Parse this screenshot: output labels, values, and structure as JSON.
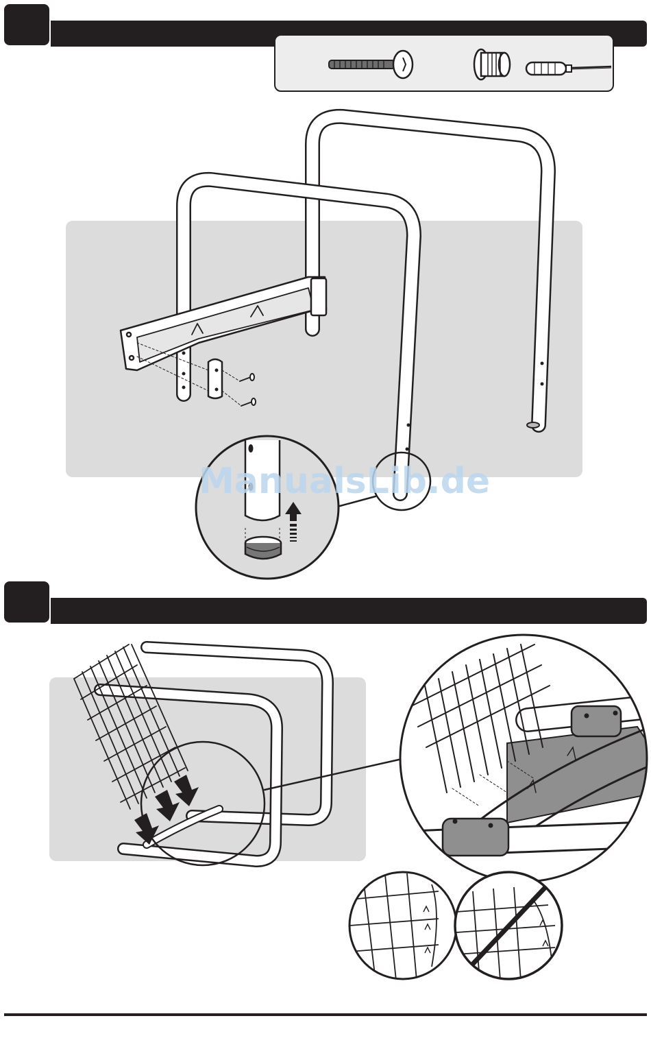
{
  "watermark": {
    "text": "ManualsLib.de"
  },
  "steps": [
    {
      "badge": "",
      "parts": [
        "carriage-bolt",
        "leg-cap",
        "screwdriver"
      ]
    },
    {
      "badge": ""
    }
  ],
  "colors": {
    "ink": "#231f20",
    "panel": "#dcdcdc",
    "parts_box": "#ededed",
    "watermark": "#bcd6ee"
  }
}
